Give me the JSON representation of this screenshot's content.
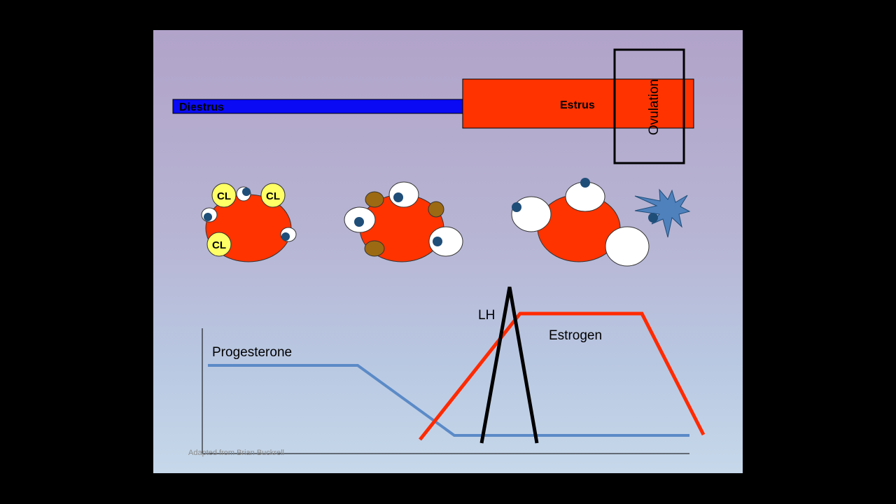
{
  "slide": {
    "phases": {
      "diestrus": "Diestrus",
      "estrus": "Estrus",
      "ovulation": "Ovulation"
    },
    "structures": {
      "corpus_luteum_label": "CL"
    },
    "hormones": {
      "progesterone": "Progesterone",
      "estrogen": "Estrogen",
      "lh": "LH"
    },
    "credit": "Adapted from Brian Buckrell",
    "colors": {
      "diestrus_bar": "#0a0af5",
      "estrus_bar": "#ff3300",
      "ovary": "#ff3300",
      "corpus_luteum": "#ffff66",
      "follicle": "#ffffff",
      "oocyte": "#1f4e79",
      "regressing_cl": "#9c6a12",
      "ovulated_oocyte": "#4f81bd",
      "progesterone_line": "#5b8ac7",
      "estrogen_line": "#ff2a00",
      "lh_line": "#000000"
    }
  }
}
